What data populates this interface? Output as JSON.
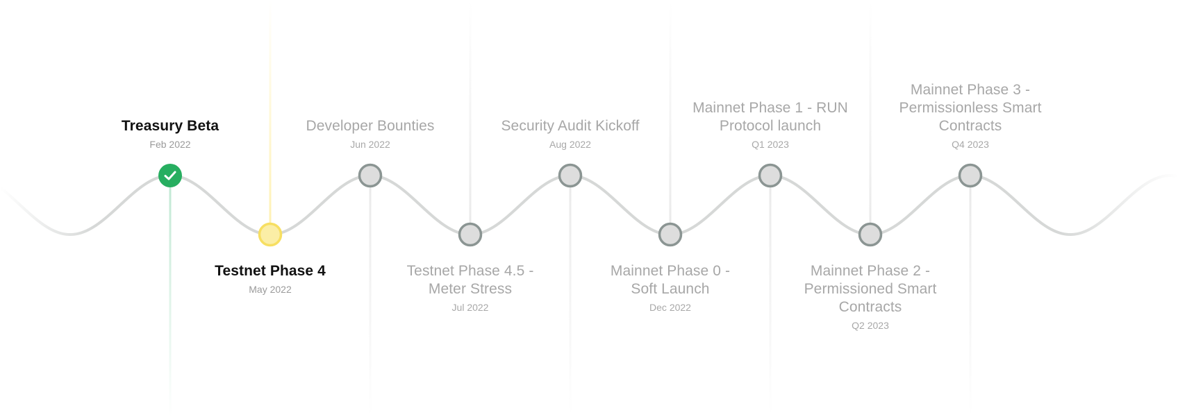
{
  "milestones": [
    {
      "title": "Treasury Beta",
      "date": "Feb 2022",
      "status": "done"
    },
    {
      "title": "Testnet Phase 4",
      "date": "May 2022",
      "status": "current"
    },
    {
      "title": "Developer Bounties",
      "date": "Jun 2022",
      "status": "upcoming"
    },
    {
      "title": "Testnet Phase 4.5 - Meter Stress",
      "date": "Jul 2022",
      "status": "upcoming"
    },
    {
      "title": "Security Audit Kickoff",
      "date": "Aug 2022",
      "status": "upcoming"
    },
    {
      "title": "Mainnet Phase 0 - Soft Launch",
      "date": "Dec 2022",
      "status": "upcoming"
    },
    {
      "title": "Mainnet Phase 1 - RUN Protocol launch",
      "date": "Q1 2023",
      "status": "upcoming"
    },
    {
      "title": "Mainnet Phase 2 - Permissioned Smart Contracts",
      "date": "Q2 2023",
      "status": "upcoming"
    },
    {
      "title": "Mainnet Phase 3 - Permissionless Smart Contracts",
      "date": "Q4 2023",
      "status": "upcoming"
    }
  ],
  "colors": {
    "done": "#27ae60",
    "current": "#f7df62",
    "current_fill": "#fbeea6",
    "upcoming_fill": "#dddddd",
    "upcoming_stroke": "#8b9593",
    "wave": "#d6d8d7",
    "stem": "#e9e9e9",
    "done_stem": "#cdeedd",
    "current_stem": "#fff3bf"
  },
  "icons": {
    "done": "check-icon"
  }
}
